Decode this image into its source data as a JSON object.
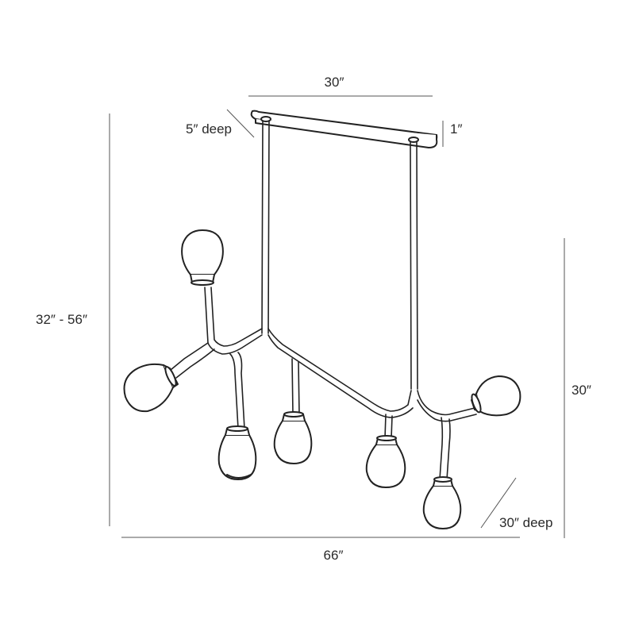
{
  "dimensions": {
    "canopy_width": "30″",
    "canopy_depth": "5″ deep",
    "canopy_height": "1″",
    "overall_height": "32″ - 56″",
    "fixture_height": "30″",
    "fixture_depth": "30″ deep",
    "overall_width": "66″"
  }
}
